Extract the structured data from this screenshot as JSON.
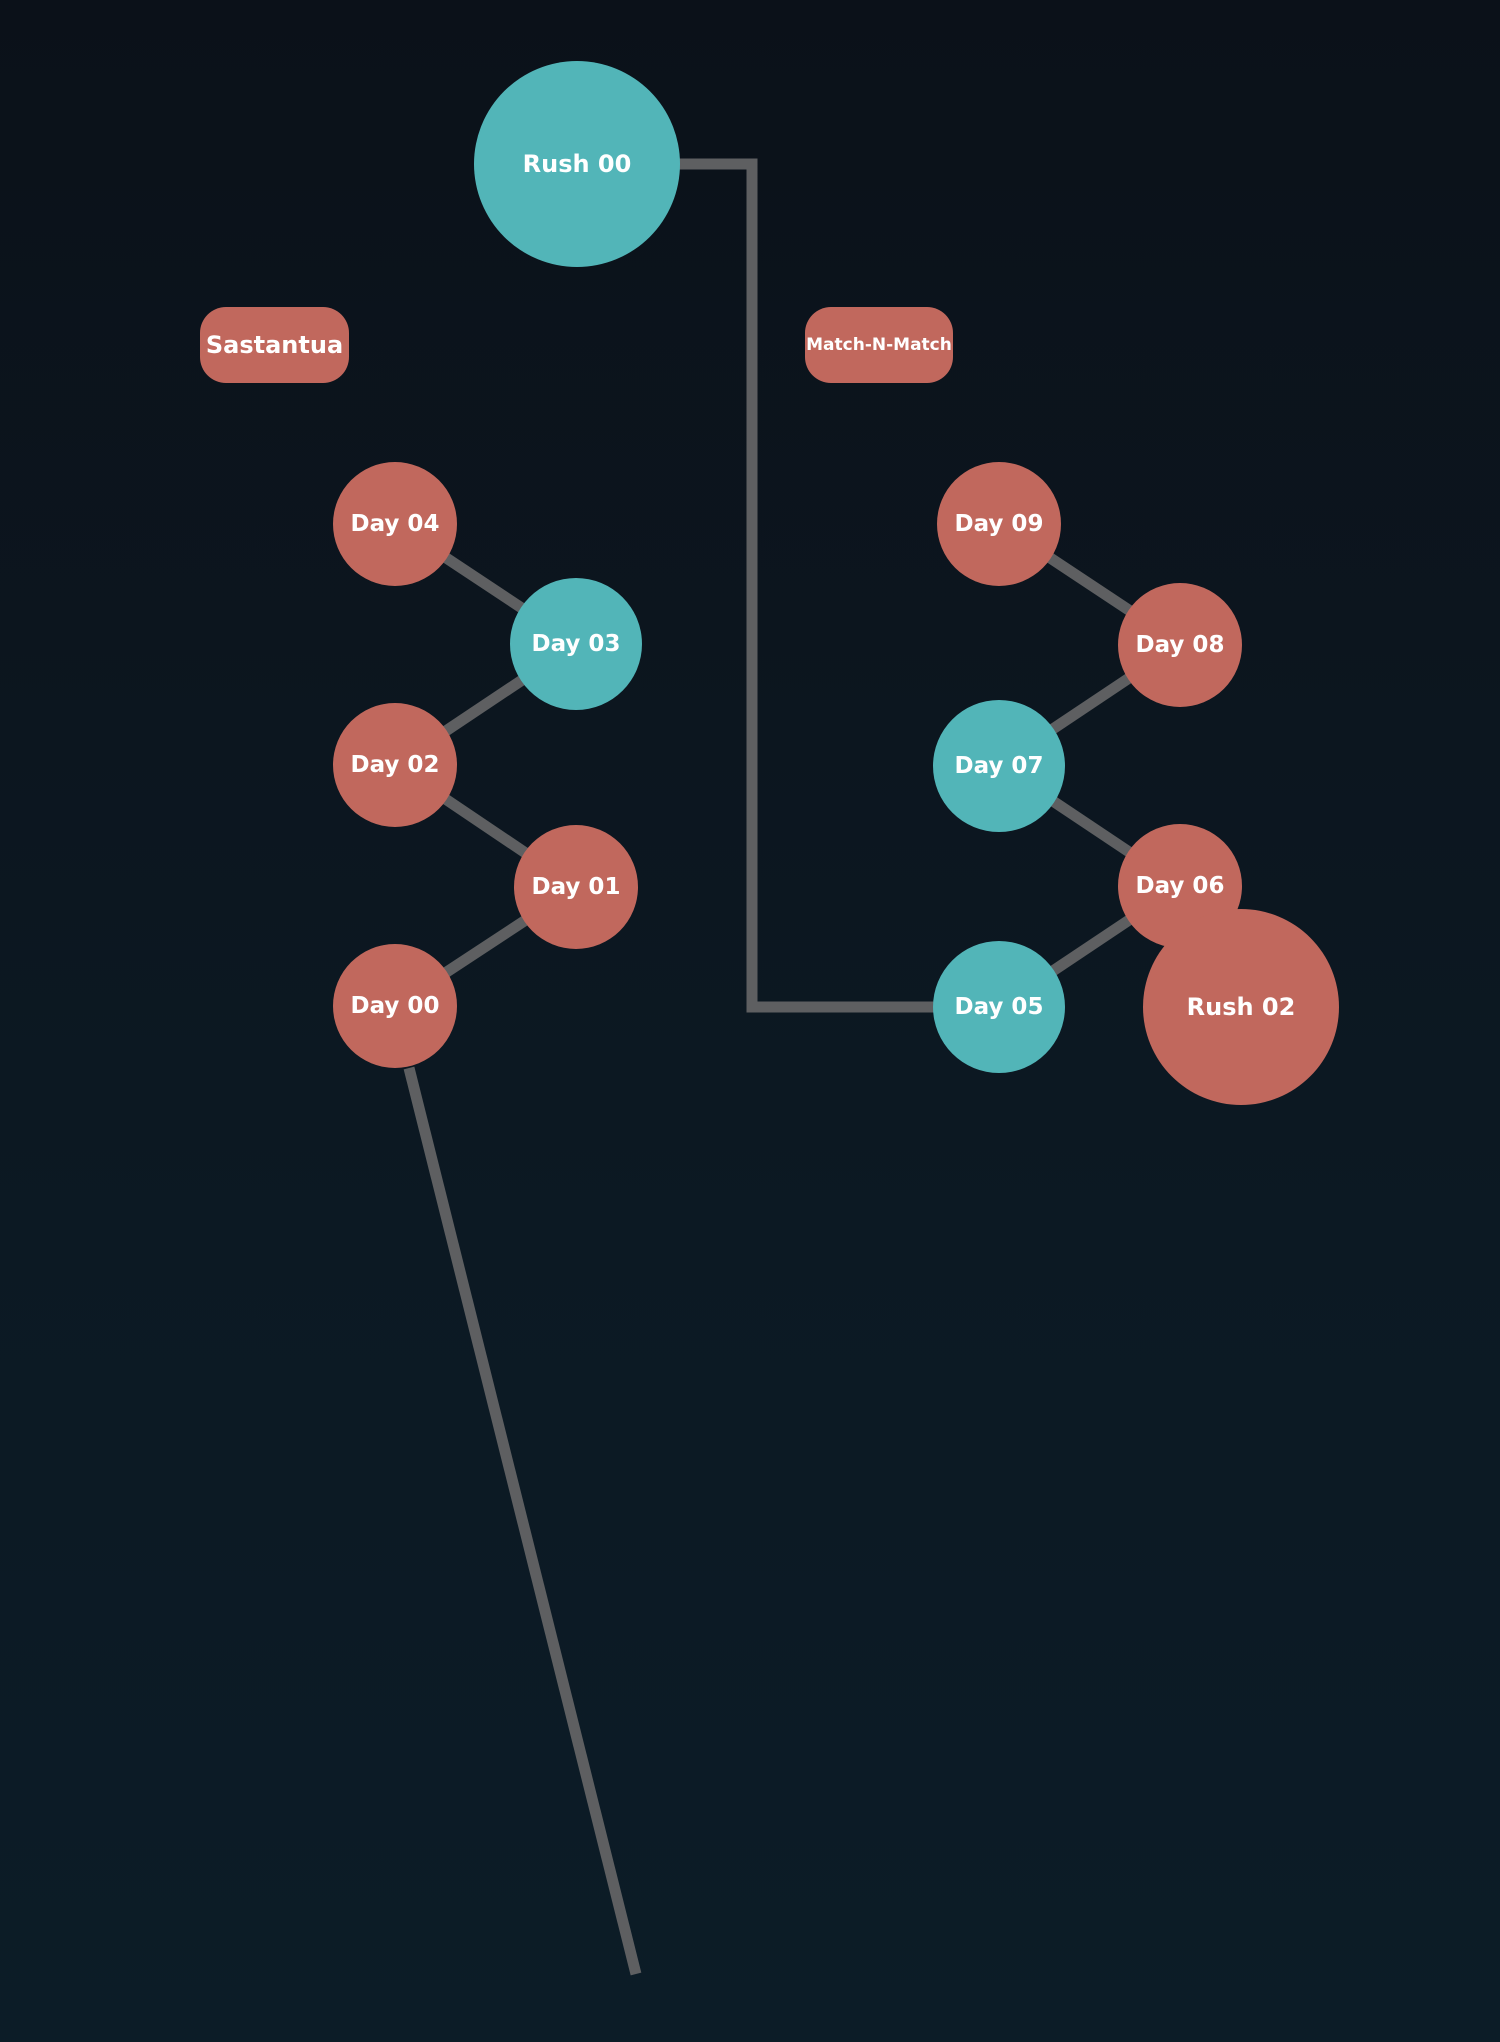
{
  "colors": {
    "salmon": "#c1685d",
    "teal": "#52b5b8",
    "connector": "#5e5f61",
    "text": "#ffffff"
  },
  "labels": {
    "sastantua": "Sastantua",
    "match_n_match": "Match-N-Match"
  },
  "nodes": {
    "rush00": "Rush 00",
    "rush02": "Rush 02",
    "day00": "Day 00",
    "day01": "Day 01",
    "day02": "Day 02",
    "day03": "Day 03",
    "day04": "Day 04",
    "day05": "Day 05",
    "day06": "Day 06",
    "day07": "Day 07",
    "day08": "Day 08",
    "day09": "Day 09"
  }
}
